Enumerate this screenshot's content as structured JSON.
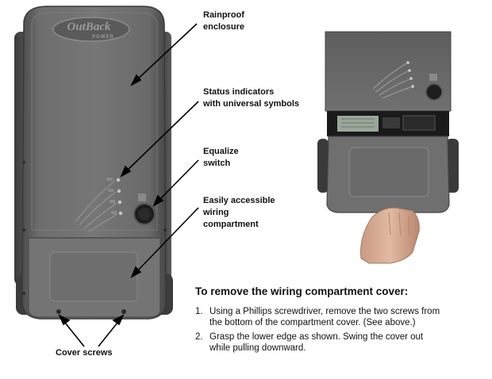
{
  "device": {
    "logo_line1": "OutBack",
    "logo_line2": "POWER"
  },
  "callouts": {
    "rainproof": [
      "Rainproof",
      "enclosure"
    ],
    "status": [
      "Status indicators",
      "with universal symbols"
    ],
    "equalize": [
      "Equalize",
      "switch"
    ],
    "wiring": [
      "Easily accessible",
      "wiring",
      "compartment"
    ],
    "cover_screws": "Cover screws"
  },
  "instructions": {
    "title": "To remove the wiring compartment cover:",
    "steps": [
      {
        "num": "1.",
        "lines": [
          "Using a Phillips screwdriver, remove the two screws from",
          "the bottom of the compartment cover.  (See above.)"
        ]
      },
      {
        "num": "2.",
        "lines": [
          "Grasp the lower edge as shown.  Swing the cover out",
          "while pulling downward."
        ]
      }
    ]
  },
  "colors": {
    "enclosure": "#6b6b6b",
    "enclosure_dark": "#3f3f3f",
    "enclosure_light": "#8a8a8a",
    "text": "#111111"
  }
}
